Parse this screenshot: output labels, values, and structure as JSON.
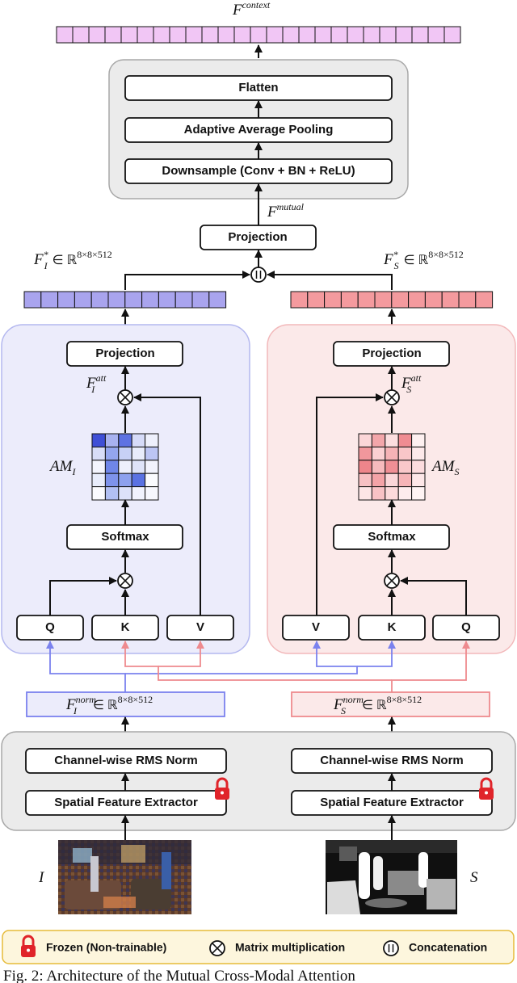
{
  "labels": {
    "f_context": "F",
    "f_context_sup": "context",
    "flatten": "Flatten",
    "pooling": "Adaptive Average Pooling",
    "downsample": "Downsample (Conv + BN + ReLU)",
    "f_mutual": "F",
    "f_mutual_sup": "mutual",
    "projection_top": "Projection",
    "concat_symbol": "||",
    "fi_star": "F",
    "fi_star_sup": "*",
    "fi_star_sub": "I",
    "fs_star": "F",
    "fs_star_sup": "*",
    "fs_star_sub": "S",
    "in_r": "∈ ℝ",
    "dims": "8×8×512",
    "projection_left": "Projection",
    "projection_right": "Projection",
    "fi_att": "F",
    "fi_att_sup": "att",
    "fi_att_sub": "I",
    "fs_att": "F",
    "fs_att_sup": "att",
    "fs_att_sub": "S",
    "am_i": "AM",
    "am_i_sub": "I",
    "am_s": "AM",
    "am_s_sub": "S",
    "softmax_left": "Softmax",
    "softmax_right": "Softmax",
    "q_left": "Q",
    "k_left": "K",
    "v_left": "V",
    "v_right": "V",
    "k_right": "K",
    "q_right": "Q",
    "fi_norm": "F",
    "fi_norm_sup": "norm",
    "fi_norm_sub": "I",
    "fs_norm": "F",
    "fs_norm_sup": "norm",
    "fs_norm_sub": "S",
    "rms_left": "Channel-wise RMS Norm",
    "rms_right": "Channel-wise RMS Norm",
    "extractor_left": "Spatial Feature Extractor",
    "extractor_right": "Spatial Feature Extractor",
    "input_i": "I",
    "input_s": "S"
  },
  "legend": {
    "frozen": "Frozen (Non-trainable)",
    "matmul": "Matrix multiplication",
    "concat": "Concatenation"
  },
  "caption": "Fig. 2: Architecture of the Mutual Cross-Modal Attention",
  "colors": {
    "context_cell": "#f1c6f5",
    "image_cell": "#a9a4ee",
    "seg_cell": "#f49a9e",
    "image_panel": "#ececfb",
    "seg_panel": "#fbe9e9",
    "gray_panel": "#ebebeb",
    "blue_arrow": "#7b82ee",
    "red_arrow": "#ee8a8e",
    "lock": "#e0242a",
    "legend_bg": "#fdf6dd",
    "legend_border": "#e6bb3a"
  },
  "icons": {
    "lock": "padlock-icon",
    "otimes": "matrix-multiplication-icon",
    "concat": "concatenation-icon"
  }
}
